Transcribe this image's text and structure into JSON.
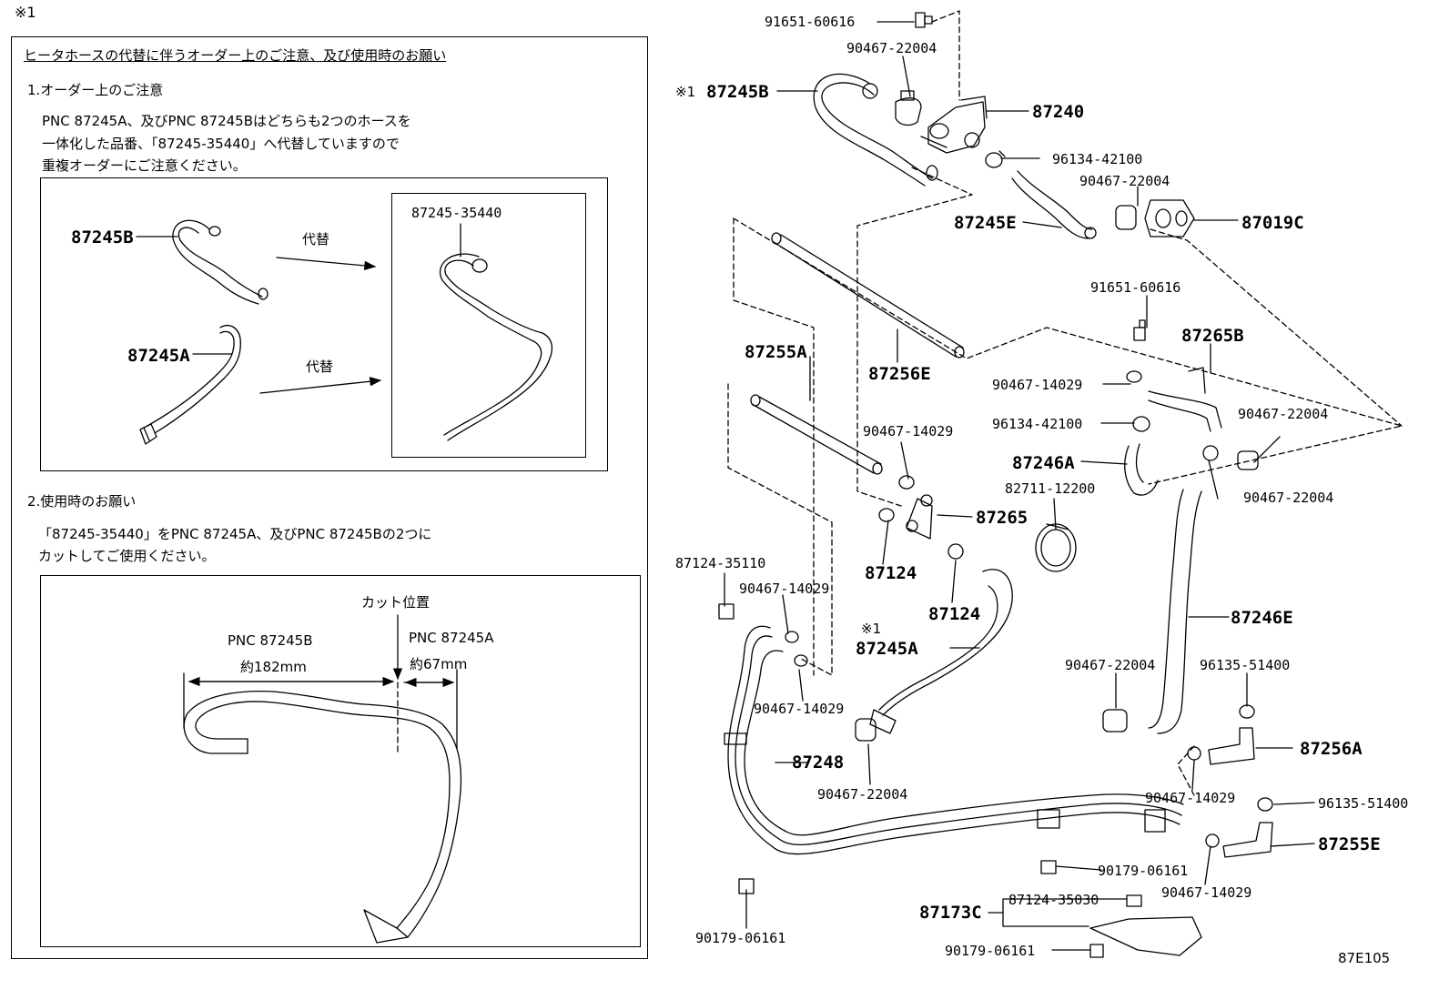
{
  "note_mark": "※1",
  "notice": {
    "title": "ヒータホースの代替に伴うオーダー上のご注意、及び使用時のお願い",
    "section1_heading": "1.オーダー上のご注意",
    "section1_lines": [
      "PNC 87245A、及びPNC 87245Bはどちらも2つのホースを",
      "一体化した品番、「87245-35440」へ代替していますので",
      "重複オーダーにご注意ください。"
    ],
    "replace_box": {
      "label_b": "87245B",
      "label_a": "87245A",
      "replace_word_1": "代替",
      "replace_word_2": "代替",
      "new_part": "87245-35440"
    },
    "section2_heading": "2.使用時のお願い",
    "section2_lines": [
      "「87245-35440」をPNC 87245A、及びPNC 87245Bの2つに",
      "カットしてご使用ください。"
    ],
    "cut_box": {
      "cut_position": "カット位置",
      "left_pnc": "PNC 87245B",
      "left_len": "約182mm",
      "right_pnc": "PNC 87245A",
      "right_len": "約67mm"
    }
  },
  "diagram": {
    "labels": {
      "p91651_top": "91651-60616",
      "p90467_22004_top": "90467-22004",
      "note_87245B": "※1",
      "p87245B": "87245B",
      "p87240": "87240",
      "p96134_top": "96134-42100",
      "p90467_22004_r": "90467-22004",
      "p87245E": "87245E",
      "p87019C": "87019C",
      "p91651_mid": "91651-60616",
      "p87265B": "87265B",
      "p87255A": "87255A",
      "p87256E": "87256E",
      "p90467_14029_a": "90467-14029",
      "p96134_mid": "96134-42100",
      "p90467_22004_b": "90467-22004",
      "p90467_14029_b": "90467-14029",
      "p87246A": "87246A",
      "p82711": "82711-12200",
      "p90467_22004_c": "90467-22004",
      "p87265": "87265",
      "p87124_a": "87124",
      "p87124_b": "87124",
      "p87124_35110": "87124-35110",
      "p90467_14029_c": "90467-14029",
      "note_87245A": "※1",
      "p87245A": "87245A",
      "p87246E": "87246E",
      "p90467_22004_d": "90467-22004",
      "p96135_a": "96135-51400",
      "p90467_14029_d": "90467-14029",
      "p87256A": "87256A",
      "p87248": "87248",
      "p90467_22004_e": "90467-22004",
      "p90467_14029_e": "90467-14029",
      "p96135_b": "96135-51400",
      "p87255E": "87255E",
      "p90179_a": "90179-06161",
      "p90467_14029_f": "90467-14029",
      "p87173C": "87173C",
      "p87124_35030": "87124-35030",
      "p90179_b": "90179-06161",
      "p90179_c": "90179-06161",
      "fig_code": "87E105"
    }
  }
}
